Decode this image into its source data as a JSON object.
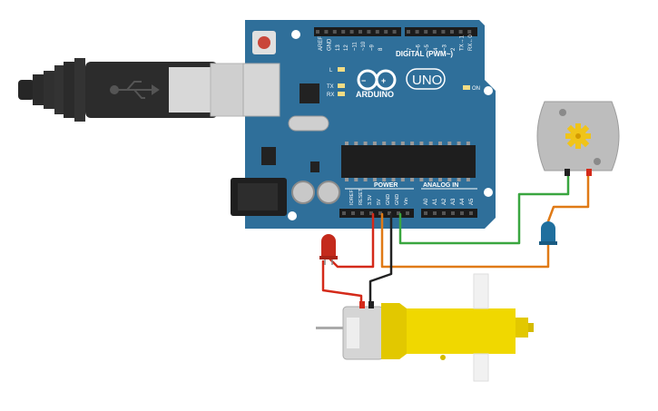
{
  "board": {
    "brand": "ARDUINO",
    "model": "UNO",
    "digital_header_label": "DIGITAL (PWM~)",
    "digital_pins": [
      "AREF",
      "GND",
      "13",
      "12",
      "~11",
      "~10",
      "~9",
      "8",
      "7",
      "~6",
      "~5",
      "4",
      "~3",
      "2",
      "TX→1",
      "RX←0"
    ],
    "power_label": "POWER",
    "analog_label": "ANALOG IN",
    "power_pins": [
      "IOREF",
      "RESET",
      "3.3V",
      "5V",
      "GND",
      "GND",
      "Vin"
    ],
    "analog_pins": [
      "A0",
      "A1",
      "A2",
      "A3",
      "A4",
      "A5"
    ],
    "led_labels": [
      "L",
      "TX",
      "RX"
    ],
    "on_label": "ON",
    "board_color": "#2f6f9a"
  },
  "components": {
    "usb_cable": "usb-b-cable",
    "red_led_color": "#c42a1c",
    "blue_led_color": "#1f6f9e",
    "dc_motor": "dc-motor",
    "gear_motor_color": "#f0d800"
  },
  "wires": {
    "red": "#d42a1a",
    "black": "#222222",
    "orange": "#e07a16",
    "green": "#3aa640"
  }
}
